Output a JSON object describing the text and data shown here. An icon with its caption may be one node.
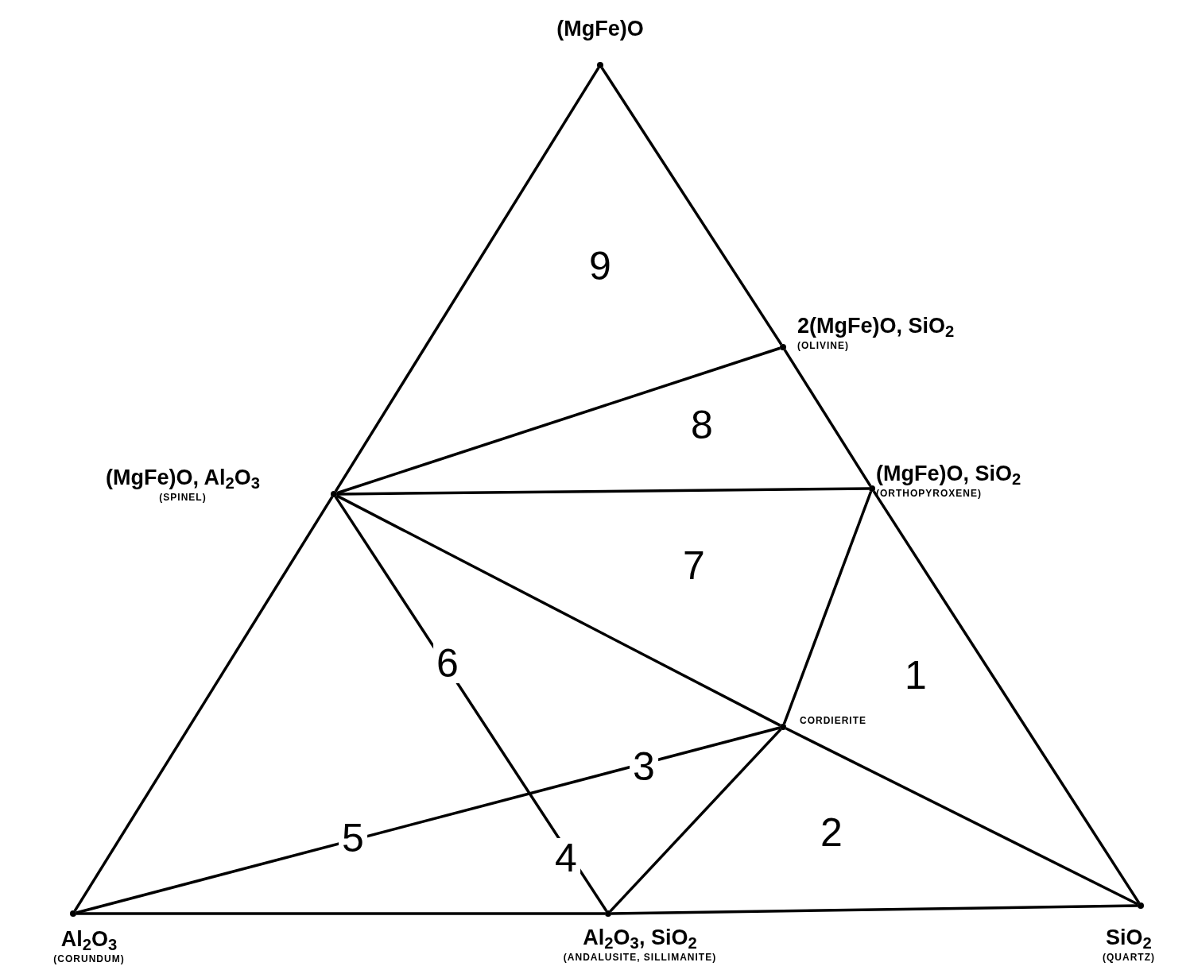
{
  "diagram": {
    "nodes": [
      {
        "text": [],
        "shape": "dot",
        "beside": [
          "(MgFe)O"
        ]
      },
      {
        "text": [],
        "shape": "dot",
        "beside": [
          "2(MgFe)O, SiO$_{2}$",
          "(OLIVINE)"
        ]
      },
      {
        "text": [],
        "shape": "dot",
        "beside": [
          "(MgFe)O, Al$_{2}$O$_{3}$",
          "(SPINEL)"
        ]
      },
      {
        "text": [],
        "shape": "dot",
        "beside": [
          "(MgFe)O, SiO$_{2}$",
          "(ORTHOPYROXENE)"
        ]
      },
      {
        "text": [],
        "shape": "dot",
        "beside": [
          "CORDIERITE"
        ]
      },
      {
        "text": [],
        "shape": "dot",
        "beside": [
          "Al$_{2}$O$_{3}$",
          "(CORUNDUM)"
        ]
      },
      {
        "text": [],
        "shape": "dot",
        "beside": [
          "Al$_{2}$O$_{3}$, SiO$_{2}$",
          "(ANDALUSITE, SILLIMANITE)"
        ]
      },
      {
        "text": [],
        "shape": "dot",
        "beside": [
          "SiO$_{2}$",
          "(QUARTZ)"
        ]
      }
    ],
    "edges": [
      {
        "from": 0,
        "to": 1,
        "arrow": "none"
      },
      {
        "from": 1,
        "to": 3,
        "arrow": "none"
      },
      {
        "from": 3,
        "to": 7,
        "arrow": "none"
      },
      {
        "from": 7,
        "to": 6,
        "arrow": "none"
      },
      {
        "from": 6,
        "to": 5,
        "arrow": "none"
      },
      {
        "from": 5,
        "to": 2,
        "arrow": "none"
      },
      {
        "from": 2,
        "to": 0,
        "arrow": "none"
      },
      {
        "from": 2,
        "to": 1,
        "arrow": "none"
      },
      {
        "from": 2,
        "to": 3,
        "arrow": "none"
      },
      {
        "from": 2,
        "to": 4,
        "arrow": "none"
      },
      {
        "from": 2,
        "to": 6,
        "arrow": "none"
      },
      {
        "from": 3,
        "to": 4,
        "arrow": "none"
      },
      {
        "from": 4,
        "to": 7,
        "arrow": "none"
      },
      {
        "from": 4,
        "to": 6,
        "arrow": "none"
      },
      {
        "from": 4,
        "to": 5,
        "arrow": "none"
      }
    ],
    "labels": [
      "9",
      "8",
      "7",
      "6",
      "1",
      "3",
      "2",
      "5",
      "4"
    ]
  }
}
